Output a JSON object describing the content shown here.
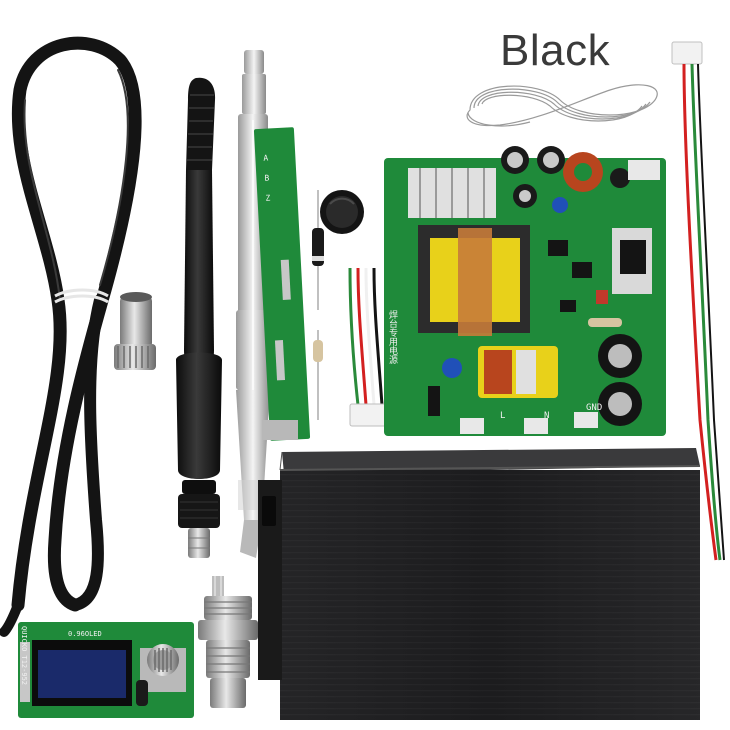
{
  "caption": "Black",
  "colors": {
    "background": "#ffffff",
    "pcb_green": "#1f8a3a",
    "enclosure": "#1c1c1e",
    "cable": "#141414",
    "caption_text": "#3a3a3a"
  },
  "components": {
    "cable": "silicone-cable",
    "handle": "soldering-handle",
    "tip": "soldering-tip",
    "wire_coil": "solder-wire-coil",
    "power_board": "power-supply-board",
    "enclosure": "aluminum-enclosure",
    "display_board": "oled-control-board",
    "aviation_plug": "aviation-connector",
    "sleeve": "metal-sleeve",
    "knob": "rotary-knob",
    "connector_wires": "connector-wires",
    "long_wires": "red-green-wires"
  }
}
